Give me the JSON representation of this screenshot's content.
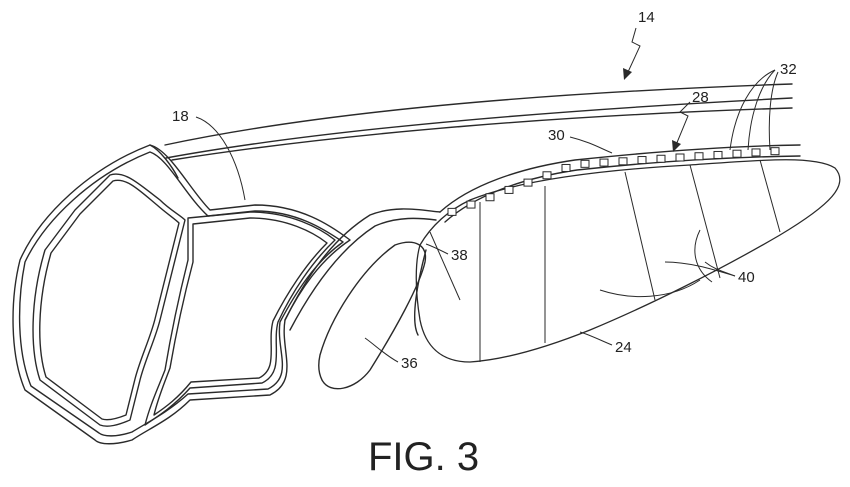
{
  "figure": {
    "title": "FIG. 3",
    "reference_numerals": {
      "r14": "14",
      "r18": "18",
      "r28": "28",
      "r30": "30",
      "r32": "32",
      "r38": "38",
      "r40": "40",
      "r36": "36",
      "r24": "24"
    }
  }
}
